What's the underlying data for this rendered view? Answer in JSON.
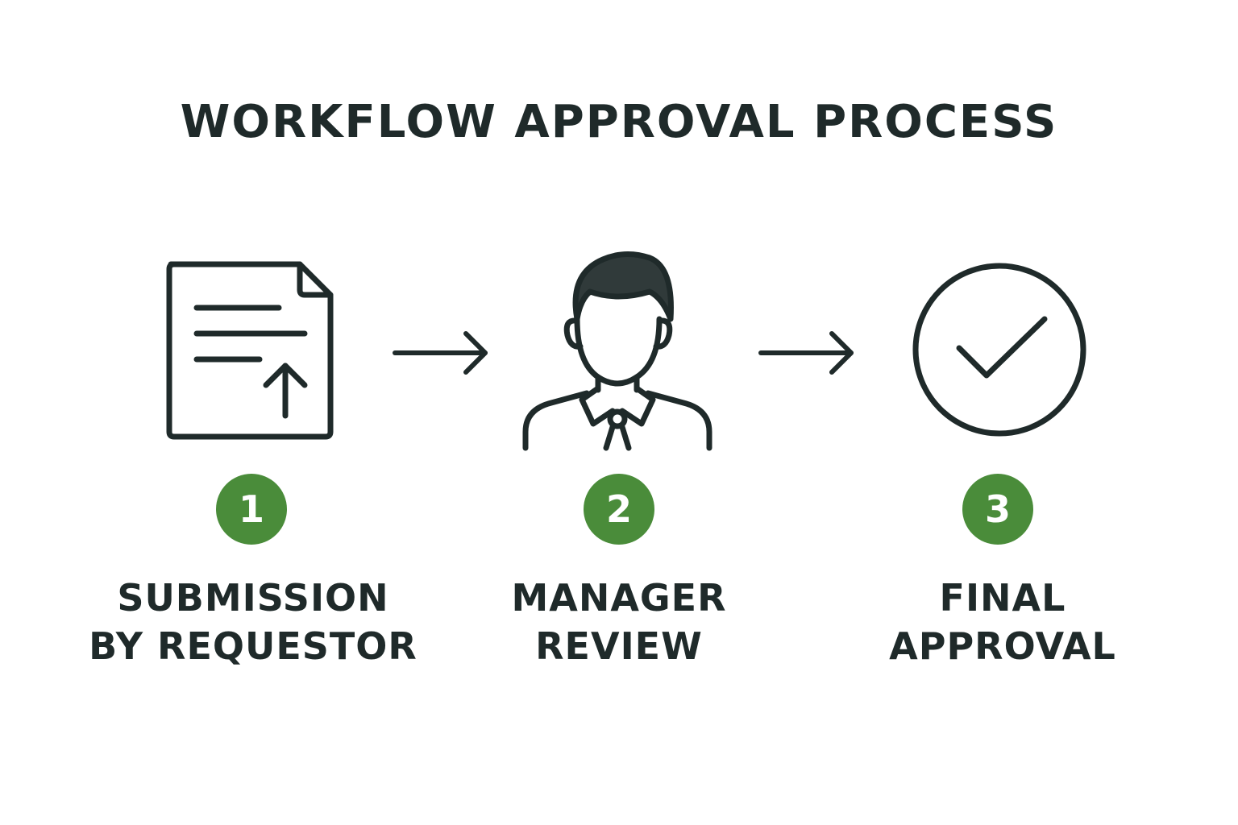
{
  "title": "WORKFLOW APPROVAL PROCESS",
  "colors": {
    "ink": "#1f2a2a",
    "badge": "#4a8c3a",
    "background": "#ffffff"
  },
  "steps": [
    {
      "number": "1",
      "label_line1": "SUBMISSION",
      "label_line2": "BY REQUESTOR",
      "icon": "document-upload-icon"
    },
    {
      "number": "2",
      "label_line1": "MANAGER",
      "label_line2": "REVIEW",
      "icon": "manager-person-icon"
    },
    {
      "number": "3",
      "label_line1": "FINAL",
      "label_line2": "APPROVAL",
      "icon": "checkmark-circle-icon"
    }
  ],
  "connectors": [
    "arrow-right-icon",
    "arrow-right-icon"
  ]
}
